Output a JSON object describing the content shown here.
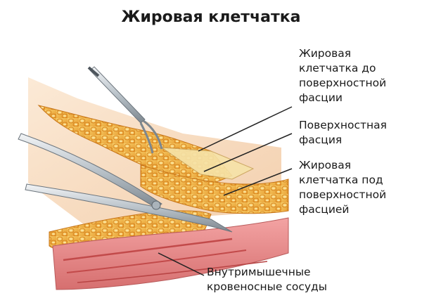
{
  "title": "Жировая клетчатка",
  "labels": {
    "fat_above": [
      "Жировая",
      "клетчатка до",
      "поверхностной",
      "фасции"
    ],
    "fascia": [
      "Поверхностная",
      "фасция"
    ],
    "fat_below": [
      "Жировая",
      "клетчатка под",
      "поверхностной",
      "фасцией"
    ],
    "vessels": [
      "Внутримышечные",
      "кровеносные сосуды"
    ]
  },
  "colors": {
    "fat": "#f2b64a",
    "fat_dark": "#d98a20",
    "skin": "#f3d3b0",
    "muscle": "#e88a8a",
    "muscle_dark": "#c25a5a",
    "instrument": "#c9d1d6",
    "pointer": "#222222"
  }
}
